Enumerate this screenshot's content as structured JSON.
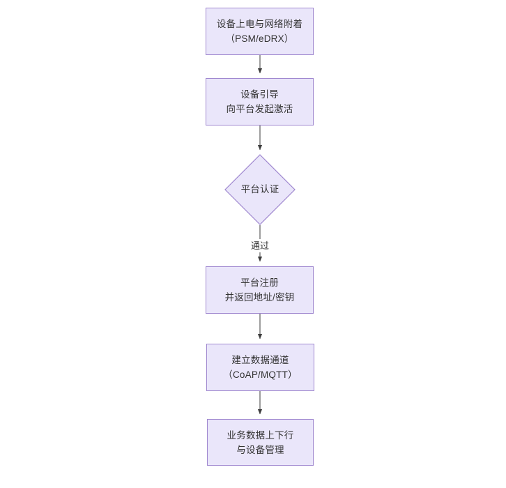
{
  "diagram": {
    "type": "flowchart",
    "orientation": "top-to-bottom",
    "background_color": "#ffffff",
    "node_fill_color": "#eae6fa",
    "node_border_color": "#9f87cf",
    "text_color": "#333333",
    "edge_color": "#4d4d4d",
    "nodes": [
      {
        "id": "power-on",
        "shape": "rect",
        "lines": [
          "设备上电与网络附着",
          "（PSM/eDRX）"
        ]
      },
      {
        "id": "bootstrap",
        "shape": "rect",
        "lines": [
          "设备引导",
          "向平台发起激活"
        ]
      },
      {
        "id": "auth",
        "shape": "diamond",
        "lines": [
          "平台认证"
        ]
      },
      {
        "id": "register",
        "shape": "rect",
        "lines": [
          "平台注册",
          "并返回地址/密钥"
        ]
      },
      {
        "id": "data-channel",
        "shape": "rect",
        "lines": [
          "建立数据通道",
          "（CoAP/MQTT）"
        ]
      },
      {
        "id": "service-data",
        "shape": "rect",
        "lines": [
          "业务数据上下行",
          "与设备管理"
        ]
      }
    ],
    "edges": [
      {
        "id": "e1",
        "from": "power-on",
        "to": "bootstrap",
        "label": ""
      },
      {
        "id": "e2",
        "from": "bootstrap",
        "to": "auth",
        "label": ""
      },
      {
        "id": "e3",
        "from": "auth",
        "to": "register",
        "label": "通过"
      },
      {
        "id": "e4",
        "from": "register",
        "to": "data-channel",
        "label": ""
      },
      {
        "id": "e5",
        "from": "data-channel",
        "to": "service-data",
        "label": ""
      }
    ]
  }
}
